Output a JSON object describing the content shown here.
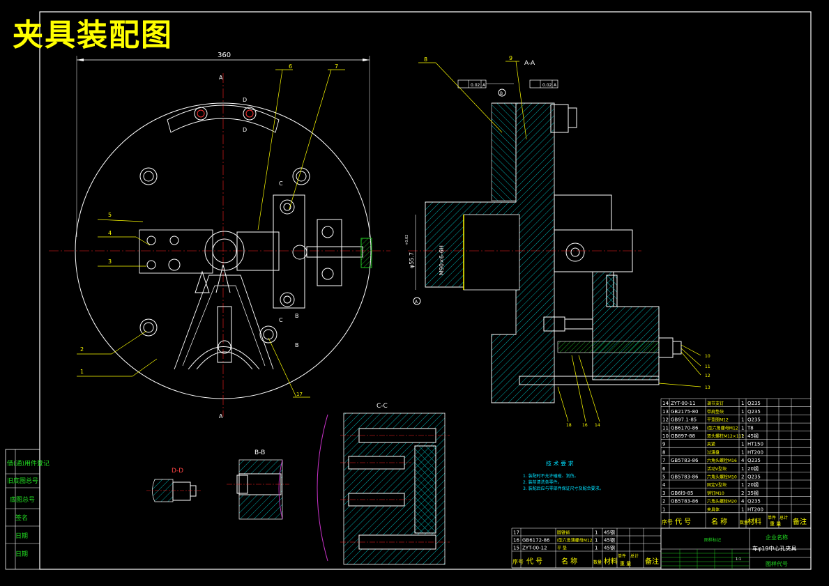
{
  "title": "夹具装配图",
  "dims": {
    "width_360": "360",
    "diameter": "φ55.7",
    "diameter_tol": "+0.02",
    "thread": "M90×6-6H"
  },
  "section_labels": {
    "a_a": "A-A",
    "c_c": "C-C",
    "b_b": "B-B",
    "d_d": "D-D",
    "a": "A",
    "b": "B",
    "c": "C",
    "d": "D"
  },
  "tolerance": {
    "t1_value": "0.02",
    "t1_ref": "A",
    "t2_value": "0.02",
    "t2_ref": "A",
    "datum_b": "B",
    "datum_a": "A"
  },
  "balloons_left": [
    "6",
    "7",
    "5",
    "4",
    "3",
    "2",
    "1",
    "17"
  ],
  "balloons_right": [
    "8",
    "9",
    "10",
    "11",
    "12",
    "13",
    "14",
    "16",
    "18"
  ],
  "tech_req": {
    "heading": "技 术 要 求",
    "lines": [
      "1. 装配时不允许磕碰、划伤。",
      "2. 装前清洗各零件。",
      "3. 装配后应与零部件保证尺寸及配合要求。"
    ]
  },
  "left_stamps": [
    "借(通)用件登记",
    "旧底图总号",
    "底图总号",
    "签名",
    "日期",
    "日期"
  ],
  "bom_upper": [
    {
      "no": "14",
      "code": "ZYT-00-11",
      "name": "调节支钉",
      "qty": "1",
      "mat": "Q235"
    },
    {
      "no": "13",
      "code": "GB2175-80",
      "name": "带肩垫块",
      "qty": "1",
      "mat": "Q235"
    },
    {
      "no": "12",
      "code": "GB97.1-85",
      "name": "平垫圈M12",
      "qty": "1",
      "mat": "Q235"
    },
    {
      "no": "11",
      "code": "GB6170-86",
      "name": "I型六角螺母M12",
      "qty": "1",
      "mat": "T8"
    },
    {
      "no": "10",
      "code": "GB897-88",
      "name": "双头螺柱M12×112",
      "qty": "1",
      "mat": "45钢"
    },
    {
      "no": "9",
      "code": "",
      "name": "夹紧",
      "qty": "1",
      "mat": "HT150"
    },
    {
      "no": "8",
      "code": "",
      "name": "过渡盘",
      "qty": "1",
      "mat": "HT200"
    },
    {
      "no": "7",
      "code": "GB5783-86",
      "name": "六角头螺栓M16",
      "qty": "4",
      "mat": "Q235"
    },
    {
      "no": "6",
      "code": "",
      "name": "活动V型块",
      "qty": "1",
      "mat": "20钢"
    },
    {
      "no": "5",
      "code": "GB5783-86",
      "name": "六角头螺栓M10",
      "qty": "2",
      "mat": "Q235"
    },
    {
      "no": "4",
      "code": "",
      "name": "固定V型块",
      "qty": "1",
      "mat": "20钢"
    },
    {
      "no": "3",
      "code": "GB6l9-85",
      "name": "销钉M10",
      "qty": "2",
      "mat": "35钢"
    },
    {
      "no": "2",
      "code": "GB5783-86",
      "name": "六角头螺栓M20",
      "qty": "4",
      "mat": "Q235"
    },
    {
      "no": "1",
      "code": "",
      "name": "夹具体",
      "qty": "1",
      "mat": "HT200"
    }
  ],
  "bom_lower": [
    {
      "no": "17",
      "code": "",
      "name": "圆锥销",
      "qty": "1",
      "mat": "45钢"
    },
    {
      "no": "16",
      "code": "GB6172-86",
      "name": "I型六角薄螺母M12",
      "qty": "1",
      "mat": "45钢"
    },
    {
      "no": "15",
      "code": "ZYT-00-12",
      "name": "平 垫",
      "qty": "1",
      "mat": "45钢"
    }
  ],
  "bom_header": {
    "no": "序号",
    "code": "代 号",
    "name": "名 称",
    "qty": "数量",
    "mat": "材料",
    "unit": "单件",
    "total": "总计",
    "weight": "重 量",
    "remark": "备注"
  },
  "title_block": {
    "company_label": "企业名称",
    "part_name": "车φ19中心孔夹具",
    "drawing_code_label": "图样代号",
    "mark_label": "图样标记",
    "scale": "1:1"
  }
}
